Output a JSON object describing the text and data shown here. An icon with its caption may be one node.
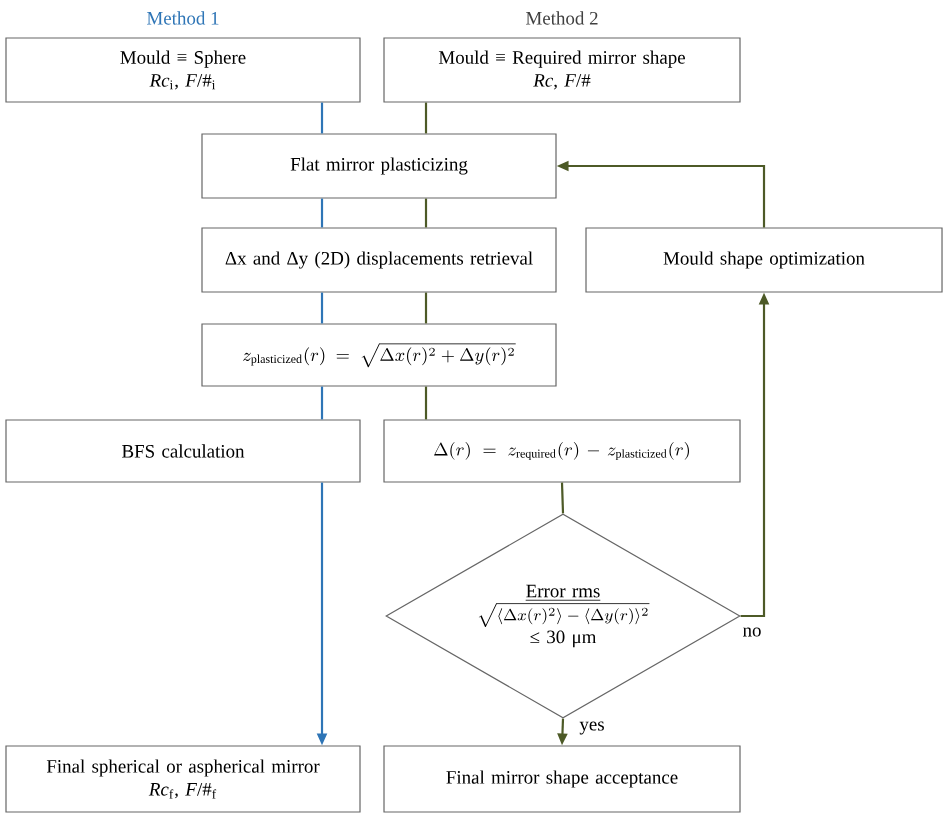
{
  "diagram": {
    "nodes": [
      {
        "text": [
          "Mould ≡ Sphere",
          "*Rc*$_{i}$, *F*/#$_{i}$"
        ],
        "beside": [
          "Method 1"
        ]
      },
      {
        "text": [
          "Mould ≡ Required mirror shape",
          "*Rc*, *F*/#"
        ],
        "beside": [
          "Method 2"
        ]
      },
      {
        "text": [
          "Flat mirror plasticizing"
        ]
      },
      {
        "text": [
          "Δx and Δy (2D) displacements retrieval"
        ]
      },
      {
        "text": [
          "Mould shape optimization"
        ]
      },
      {
        "text": [
          "z_{\\mathrm{plasticized}}(r) = \\sqrt{\\Delta x(r)^2 + \\Delta y(r)^2}"
        ]
      },
      {
        "text": [
          "BFS calculation"
        ]
      },
      {
        "text": [
          "\\Delta(r) = z_{\\mathrm{required}}(r) - z_{\\mathrm{plasticized}}(r)"
        ]
      },
      {
        "text": [
          "Error rms",
          "\\sqrt{\\langle \\Delta x(r)^2 \\rangle - \\langle \\Delta y(r) \\rangle^2}",
          "≤ 30 μm"
        ]
      },
      {
        "text": [
          "Final spherical or aspherical mirror",
          "*Rc*$_{f}$, *F*/#$_{f}$"
        ]
      },
      {
        "text": [
          "Final mirror shape acceptance"
        ]
      }
    ],
    "edges": [
      {
        "from": 0,
        "to": 2,
        "arrow": "none",
        "color": "#2e75b6"
      },
      {
        "from": 2,
        "to": 3,
        "arrow": "none",
        "color": "#2e75b6"
      },
      {
        "from": 3,
        "to": 5,
        "arrow": "none",
        "color": "#2e75b6"
      },
      {
        "from": 5,
        "to": 6,
        "arrow": "none",
        "color": "#2e75b6"
      },
      {
        "from": 6,
        "to": 9,
        "arrow": "to",
        "color": "#2e75b6"
      },
      {
        "from": 1,
        "to": 2,
        "arrow": "none"
      },
      {
        "from": 2,
        "to": 3,
        "arrow": "none"
      },
      {
        "from": 3,
        "to": 5,
        "arrow": "none"
      },
      {
        "from": 5,
        "to": 7,
        "arrow": "none"
      },
      {
        "from": 7,
        "to": 8,
        "arrow": "none"
      },
      {
        "from": 8,
        "to": 10,
        "arrow": "to",
        "label": "yes"
      },
      {
        "from": 8,
        "to": 4,
        "arrow": "to",
        "label": "no"
      },
      {
        "from": 4,
        "to": 2,
        "arrow": "to"
      }
    ]
  }
}
